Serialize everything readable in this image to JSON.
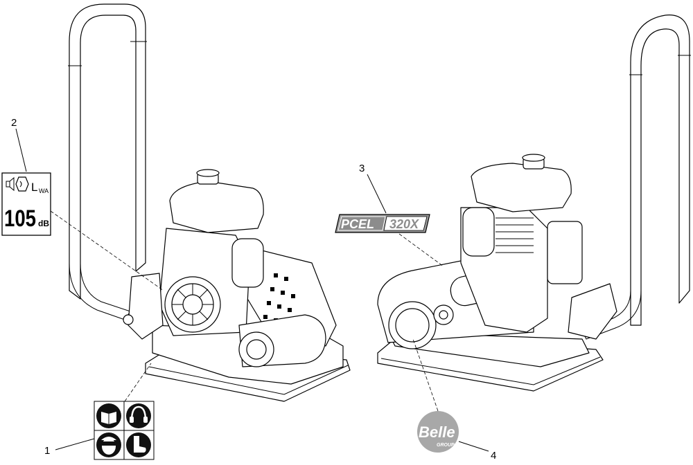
{
  "callouts": {
    "c1": "1",
    "c2": "2",
    "c3": "3",
    "c4": "4"
  },
  "noise_label": {
    "symbol": "L",
    "subscript": "WA",
    "value": "105",
    "unit": "dB"
  },
  "model_decal": {
    "text_left": "PCEL",
    "text_right": "320X"
  },
  "brand_logo": {
    "name": "Belle",
    "tagline": "GROUP"
  },
  "ppe_icons": [
    "manual-icon",
    "ear-protection-icon",
    "eye-face-protection-icon",
    "safety-boots-icon"
  ],
  "colors": {
    "line": "#000000",
    "decal_fill": "#9a9a9a",
    "logo_fill": "#a8a8a8"
  }
}
